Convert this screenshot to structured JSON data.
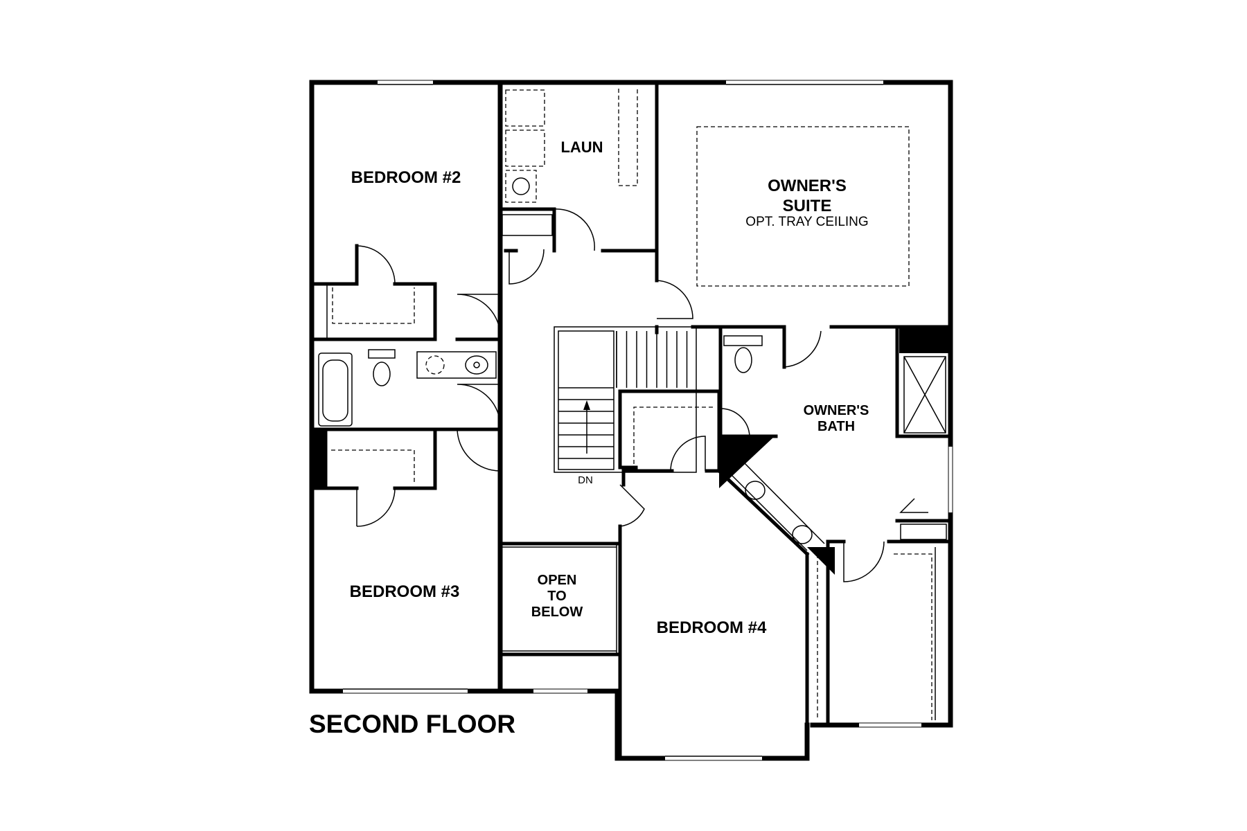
{
  "floor_title": "SECOND FLOOR",
  "rooms": {
    "bedroom2": "BEDROOM #2",
    "bedroom3": "BEDROOM #3",
    "bedroom4": "BEDROOM #4",
    "laundry": "LAUN",
    "owners_suite_line1": "OWNER'S",
    "owners_suite_line2": "SUITE",
    "owners_suite_note": "OPT. TRAY CEILING",
    "owners_bath_line1": "OWNER'S",
    "owners_bath_line2": "BATH",
    "open_below_line1": "OPEN",
    "open_below_line2": "TO",
    "open_below_line3": "BELOW"
  },
  "stairs": {
    "direction_label": "DN"
  }
}
